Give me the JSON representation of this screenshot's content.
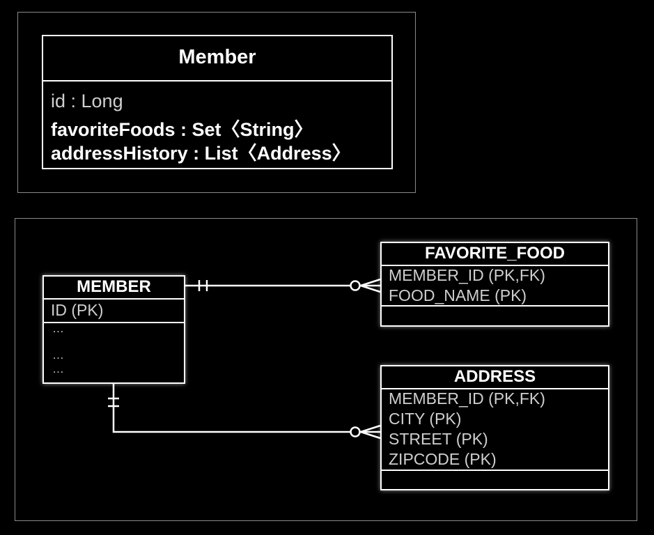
{
  "class_box": {
    "title": "Member",
    "attributes": [
      {
        "text": "id : Long",
        "style": "light"
      },
      {
        "text": "favoriteFoods : Set〈String〉",
        "style": "bold"
      },
      {
        "text": "addressHistory : List〈Address〉",
        "style": "bold"
      }
    ]
  },
  "er": {
    "member": {
      "title": "MEMBER",
      "key_rows": [
        "ID (PK)"
      ],
      "rows": [
        "…",
        "…",
        "…"
      ]
    },
    "favorite_food": {
      "title": "FAVORITE_FOOD",
      "rows": [
        "MEMBER_ID (PK,FK)",
        "FOOD_NAME (PK)"
      ]
    },
    "address": {
      "title": "ADDRESS",
      "rows": [
        "MEMBER_ID (PK,FK)",
        "CITY (PK)",
        "STREET (PK)",
        "ZIPCODE (PK)"
      ]
    }
  },
  "colors": {
    "background": "#000000",
    "line": "#ffffff",
    "panel_border": "#8a8a8a"
  }
}
